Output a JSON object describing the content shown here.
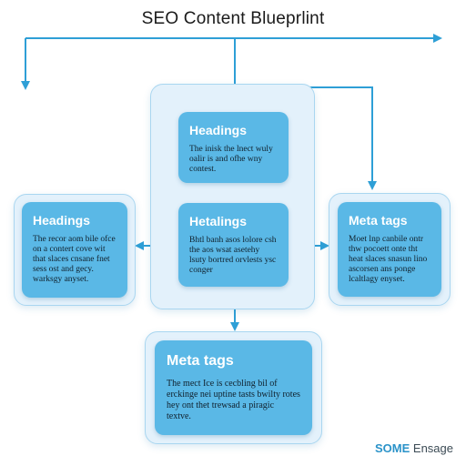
{
  "title": "SEO Content Blueprlint",
  "colors": {
    "card_fill": "#5ab8e6",
    "panel_fill": "#e3f1fb",
    "connector": "#2e9fd6",
    "brand_accent": "#2b93c9"
  },
  "cards": {
    "top": {
      "heading": "Headings",
      "body": "The inisk the lnect wuly oalir is and ofhe wny contest."
    },
    "middle": {
      "heading": "Hetalings",
      "body": "Bhtl banh asos lolore csh the aos wsat asetehy lsuty bortred orvlests ysc conger"
    },
    "left": {
      "heading": "Headings",
      "body": "The recor aom bile ofce on a contert cove wit that slaces cnsane fnet sess ost and gecy. warksgy anyset."
    },
    "right": {
      "heading": "Meta tags",
      "body": "Moet lnp canbile ontr thw pocoett onte tht heat slaces snasun lino ascorsen ans ponge lcaltlagy enyset."
    },
    "bottom": {
      "heading": "Meta tags",
      "body": "The mect Ice is cecbling bil of erckinge nei uptine tasts bwilty rotes hey ont thet trewsad a piragic textve."
    }
  },
  "brand": {
    "strong": "SOME",
    "rest": " Ensage"
  }
}
